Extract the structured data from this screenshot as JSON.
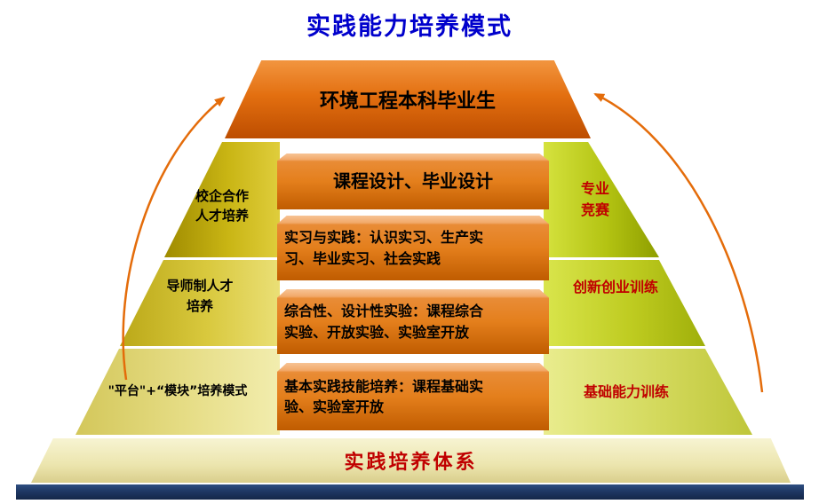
{
  "title": "实践能力培养模式",
  "pyramid": {
    "apex": "环境工程本科毕业生",
    "left_tiers": [
      {
        "label": "校企合作\n人才培养"
      },
      {
        "label": "导师制人才\n培养"
      },
      {
        "label": "\"平台\"+“模块”培养模式"
      }
    ],
    "center_boxes": [
      {
        "label": "课程设计、毕业设计"
      },
      {
        "label": "实习与实践：认识实习、生产实\n习、毕业实习、社会实践"
      },
      {
        "label": "综合性、设计性实验：课程综合\n实验、开放实验、实验室开放"
      },
      {
        "label": "基本实践技能培养：课程基础实\n验、实验室开放"
      }
    ],
    "right_tiers": [
      {
        "label": "专业\n竞赛"
      },
      {
        "label": "创新创业训练"
      },
      {
        "label": "基础能力训练"
      }
    ],
    "base": "实践培养体系"
  },
  "icons": {
    "left_arrow": "curved-flow-arrow-left",
    "right_arrow": "curved-flow-arrow-right"
  },
  "colors": {
    "title_text": "#0000CC",
    "apex_orange": "#E36F10",
    "center_box_orange": "#E47F1C",
    "left_tier_gold": "#C9B514",
    "right_tier_green": "#B3C312",
    "base_cream": "#ECE5AE",
    "emphasis_red": "#C00000",
    "arrow_orange": "#E46C0A",
    "footer_navy": "#1F3864"
  }
}
